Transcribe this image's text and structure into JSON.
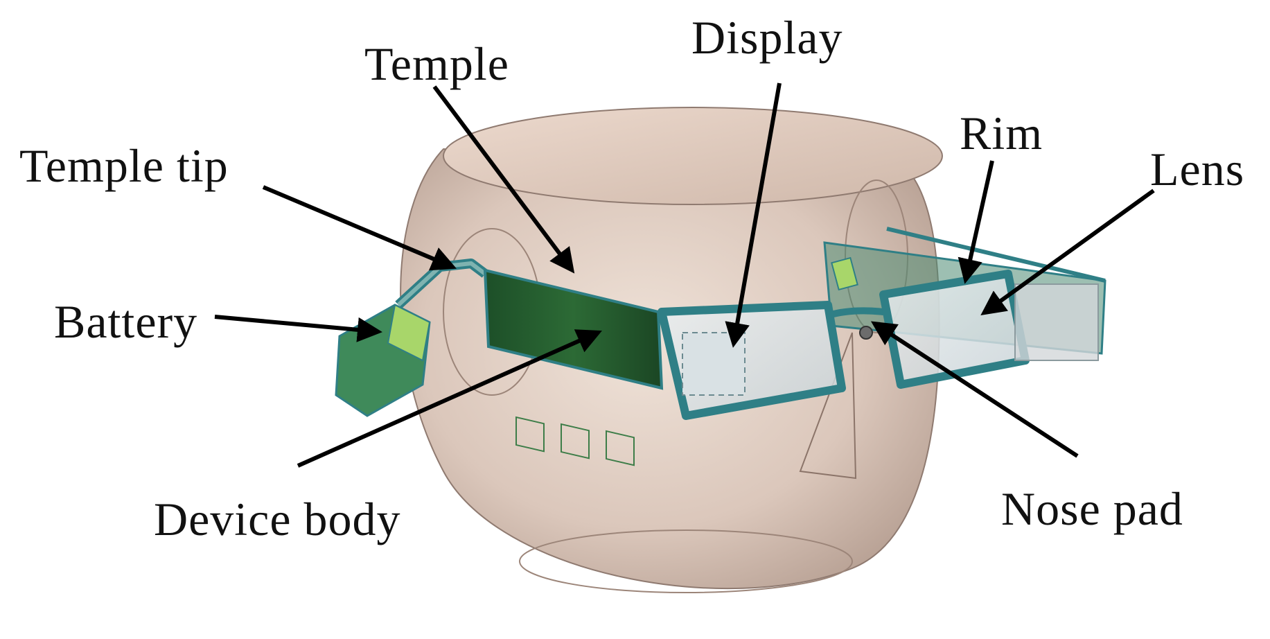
{
  "labels": {
    "temple": "Temple",
    "display": "Display",
    "rim": "Rim",
    "lens": "Lens",
    "temple_tip": "Temple tip",
    "battery": "Battery",
    "device_body": "Device body",
    "nose_pad": "Nose pad"
  },
  "colors": {
    "head_fill": "#d9c4b8",
    "head_outline": "#8f7a70",
    "frame": "#2f7f86",
    "device_green": "#1f5a2a",
    "battery_accent": "#a8d66a",
    "arrow": "#000000"
  }
}
